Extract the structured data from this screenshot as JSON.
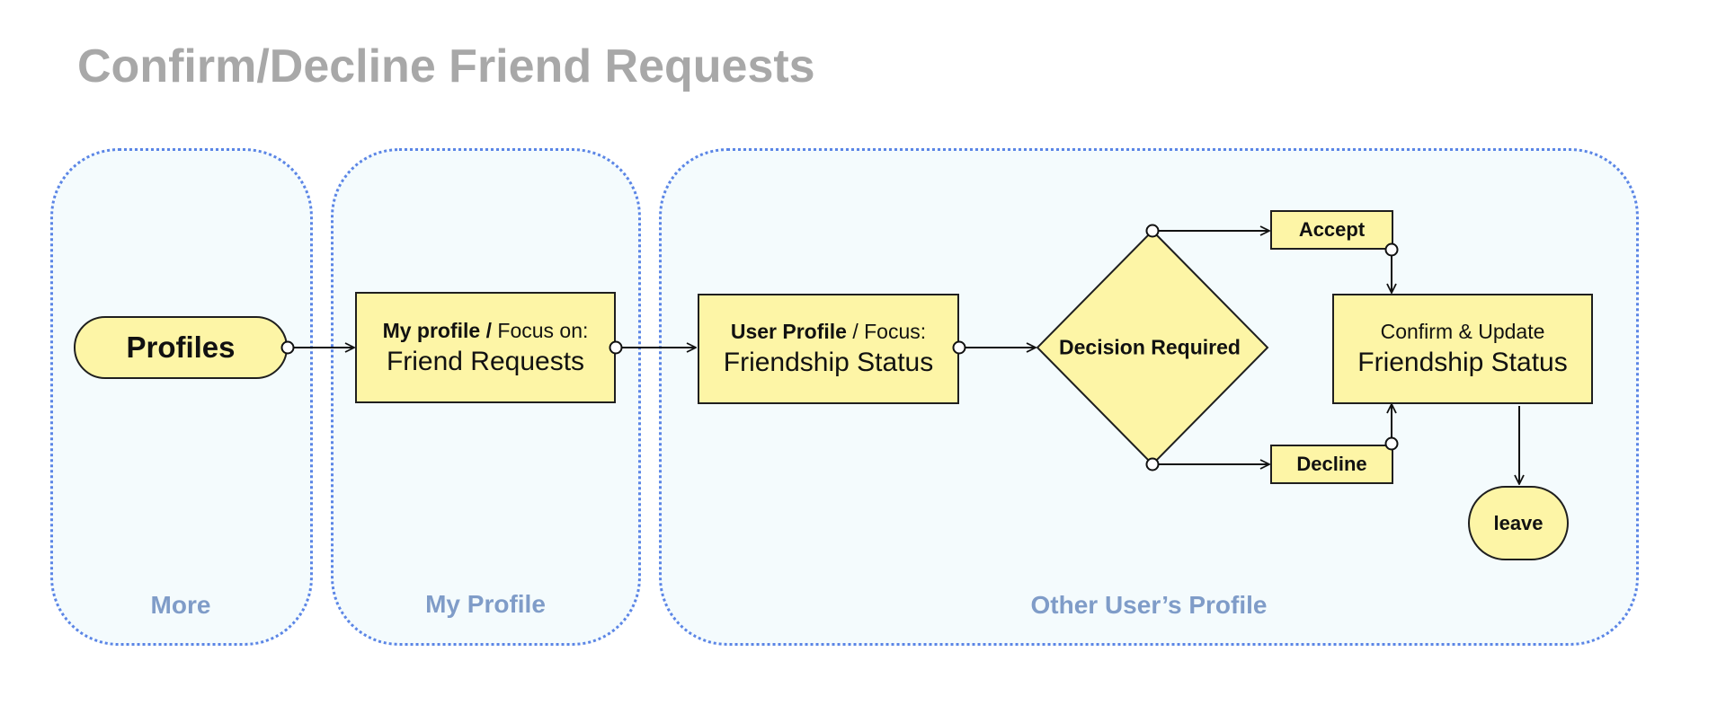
{
  "title": "Confirm/Decline Friend Requests",
  "colors": {
    "lane_border": "#5b85e6",
    "lane_fill": "#f4fbfd",
    "lane_label": "#7f9cc8",
    "node_fill": "#fdf5a6",
    "title": "#a8a8a8"
  },
  "lanes": [
    {
      "label": "More"
    },
    {
      "label": "My Profile"
    },
    {
      "label": "Other User’s Profile"
    }
  ],
  "nodes": {
    "profiles": {
      "label": "Profiles"
    },
    "my_profile": {
      "bold": "My profile",
      "sep": " / ",
      "rest": "Focus on:",
      "main": "Friend Requests"
    },
    "user_profile": {
      "bold": "User Profile",
      "sep": " / ",
      "rest": "Focus:",
      "main": "Friendship Status"
    },
    "decision": {
      "label": "Decision Required"
    },
    "accept": {
      "label": "Accept"
    },
    "decline": {
      "label": "Decline"
    },
    "confirm": {
      "line1": "Confirm & Update",
      "line2": "Friendship Status"
    },
    "leave": {
      "label": "leave"
    }
  }
}
